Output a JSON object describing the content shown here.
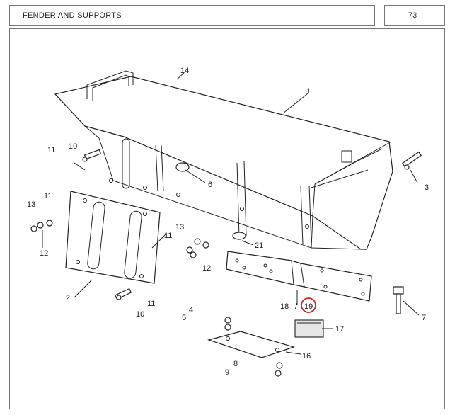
{
  "header": {
    "title": "FENDER AND SUPPORTS",
    "page_number": "73"
  },
  "callouts": {
    "c1": "1",
    "c2": "2",
    "c3": "3",
    "c4": "4",
    "c5": "5",
    "c6": "6",
    "c7": "7",
    "c8": "8",
    "c9": "9",
    "c10a": "10",
    "c10b": "10",
    "c11a": "11",
    "c11b": "11",
    "c11c": "11",
    "c11d": "11",
    "c12a": "12",
    "c12b": "12",
    "c13a": "13",
    "c13b": "13",
    "c14": "14",
    "c16": "16",
    "c17": "17",
    "c18": "18",
    "c18_sep": "/",
    "c19": "19",
    "c21": "21"
  },
  "colors": {
    "highlight_circle": "#cc2222"
  }
}
